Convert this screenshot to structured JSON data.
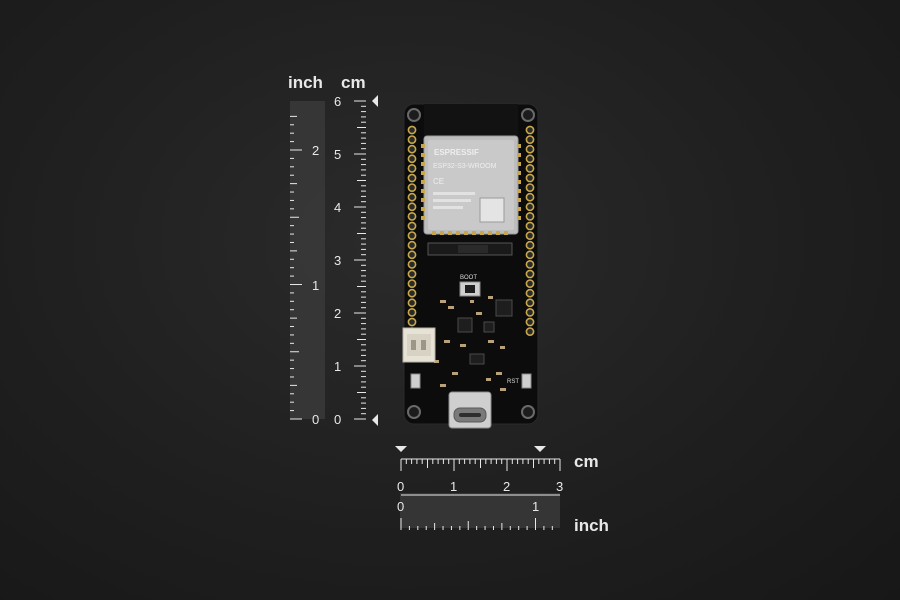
{
  "vertical_ruler": {
    "inch_label": "inch",
    "cm_label": "cm",
    "inch_ticks": [
      "2",
      "1",
      "0"
    ],
    "cm_ticks": [
      "6",
      "5",
      "4",
      "3",
      "2",
      "1",
      "0"
    ]
  },
  "horizontal_ruler": {
    "cm_label": "cm",
    "inch_label": "inch",
    "cm_ticks": [
      "0",
      "1",
      "2",
      "3"
    ],
    "inch_ticks": [
      "0",
      "1"
    ]
  },
  "board": {
    "module_brand": "ESPRESSIF",
    "module_model": "ESP32-S3-WROOM",
    "module_mark": "CE",
    "silk_boot": "BOOT",
    "silk_rst": "RST",
    "colors": {
      "pcb": "#0c0c0c",
      "module_shield": "#bdbdbd",
      "header_pins": "#c8a84a",
      "connector": "#e6e2d6"
    }
  },
  "colors": {
    "background": "#222222",
    "ruler_text": "#e8e8e8",
    "ruler_band": "#3a3a3a"
  }
}
